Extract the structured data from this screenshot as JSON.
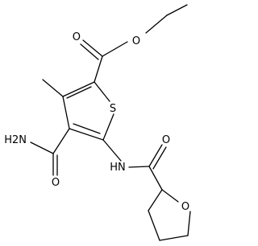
{
  "diagram": {
    "type": "chemical-structure",
    "background": "#ffffff",
    "line_color": "#000000",
    "atom_labels": {
      "ester_carbonyl_o": "O",
      "ester_o": "O",
      "ring_s": "S",
      "amide_n": "H2N",
      "amide_o": "O",
      "nh": "HN",
      "acyl_o": "O",
      "thf_o": "O"
    }
  }
}
